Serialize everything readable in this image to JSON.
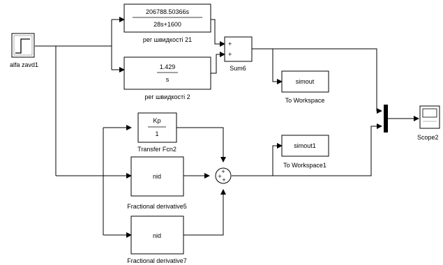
{
  "diagram": {
    "blocks": {
      "step": {
        "label": "alfa zavd1"
      },
      "tf_speed21": {
        "numerator": "206788.50366s",
        "denominator": "28s+1600",
        "label": "рег швидкості 21"
      },
      "tf_speed2": {
        "numerator": "1.429",
        "denominator": "s",
        "label": "рег швидкості 2"
      },
      "sum6": {
        "label": "Sum6",
        "signs": [
          "+",
          "+"
        ]
      },
      "to_ws": {
        "text": "simout",
        "label": "To Workspace"
      },
      "to_ws1": {
        "text": "simout1",
        "label": "To Workspace1"
      },
      "tf_fcn2": {
        "numerator": "Kp",
        "denominator": "1",
        "label": "Transfer Fcn2"
      },
      "fd5": {
        "text": "nid",
        "label": "Fractional derivative5"
      },
      "fd7": {
        "text": "nid",
        "label": "Fractional derivative7"
      },
      "sum_round": {
        "signs": [
          "+",
          "+",
          "+"
        ]
      },
      "scope": {
        "label": "Scope2"
      }
    }
  }
}
